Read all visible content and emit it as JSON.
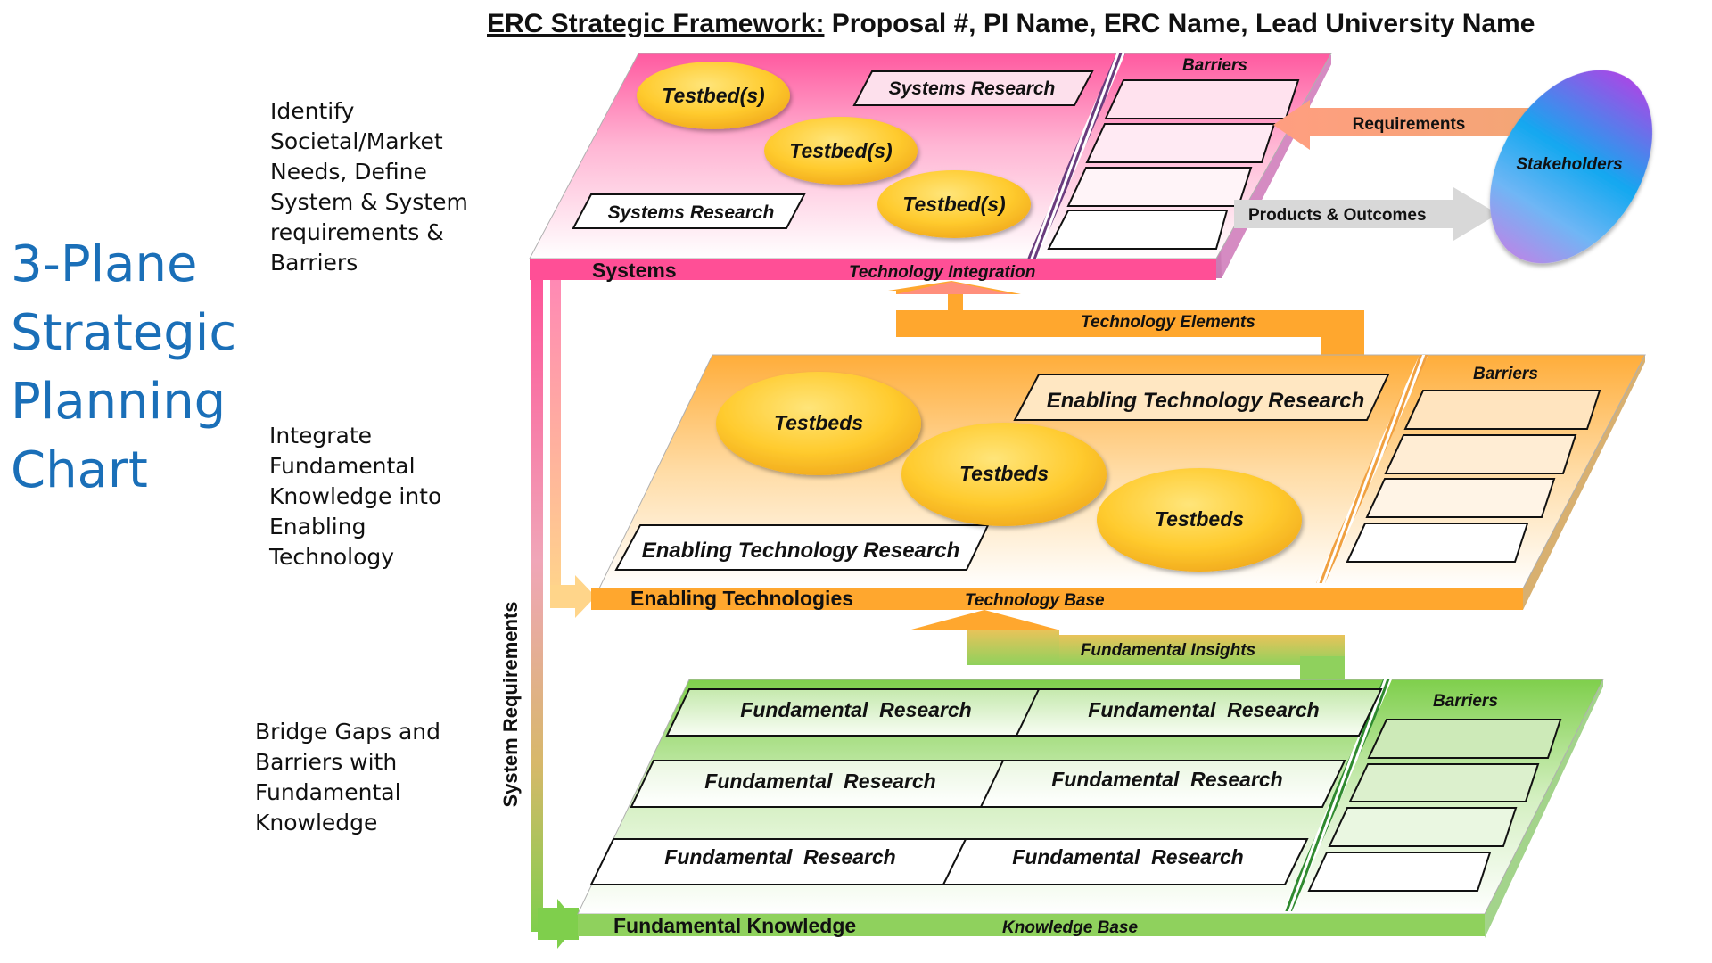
{
  "title": {
    "underlined": "ERC Strategic Framework:",
    "rest": " Proposal #, PI Name, ERC Name, Lead University Name"
  },
  "chart_title": "3-Plane\nStrategic\nPlanning\nChart",
  "side_notes": {
    "systems": "Identify\nSocietal/Market\nNeeds, Define\nSystem & System\nrequirements &\nBarriers",
    "enabling": "Integrate\nFundamental\nKnowledge into\nEnabling\nTechnology",
    "fundamental": "Bridge Gaps and\nBarriers with\nFundamental\nKnowledge"
  },
  "system_requirements_label": "System Requirements",
  "planes": {
    "systems": {
      "label": "Systems",
      "base_label": "Technology Integration",
      "barriers_label": "Barriers",
      "testbeds": [
        "Testbed(s)",
        "Testbed(s)",
        "Testbed(s)"
      ],
      "research": [
        "Systems Research",
        "Systems Research"
      ]
    },
    "enabling": {
      "label": "Enabling Technologies",
      "base_label": "Technology Base",
      "barriers_label": "Barriers",
      "testbeds": [
        "Testbeds",
        "Testbeds",
        "Testbeds"
      ],
      "research": [
        "Enabling Technology Research",
        "Enabling Technology Research"
      ]
    },
    "fundamental": {
      "label": "Fundamental Knowledge",
      "base_label": "Knowledge Base",
      "barriers_label": "Barriers",
      "research": [
        "Fundamental  Research",
        "Fundamental  Research",
        "Fundamental  Research",
        "Fundamental  Research",
        "Fundamental  Research",
        "Fundamental  Research"
      ]
    }
  },
  "flows": {
    "technology_elements": "Technology Elements",
    "fundamental_insights": "Fundamental Insights",
    "requirements": "Requirements",
    "products_outcomes": "Products & Outcomes"
  },
  "stakeholders": "Stakeholders",
  "colors": {
    "systems": "#ff4f96",
    "enabling": "#ffa72e",
    "fundamental": "#8fd15d",
    "title_blue": "#1a6fb8"
  }
}
